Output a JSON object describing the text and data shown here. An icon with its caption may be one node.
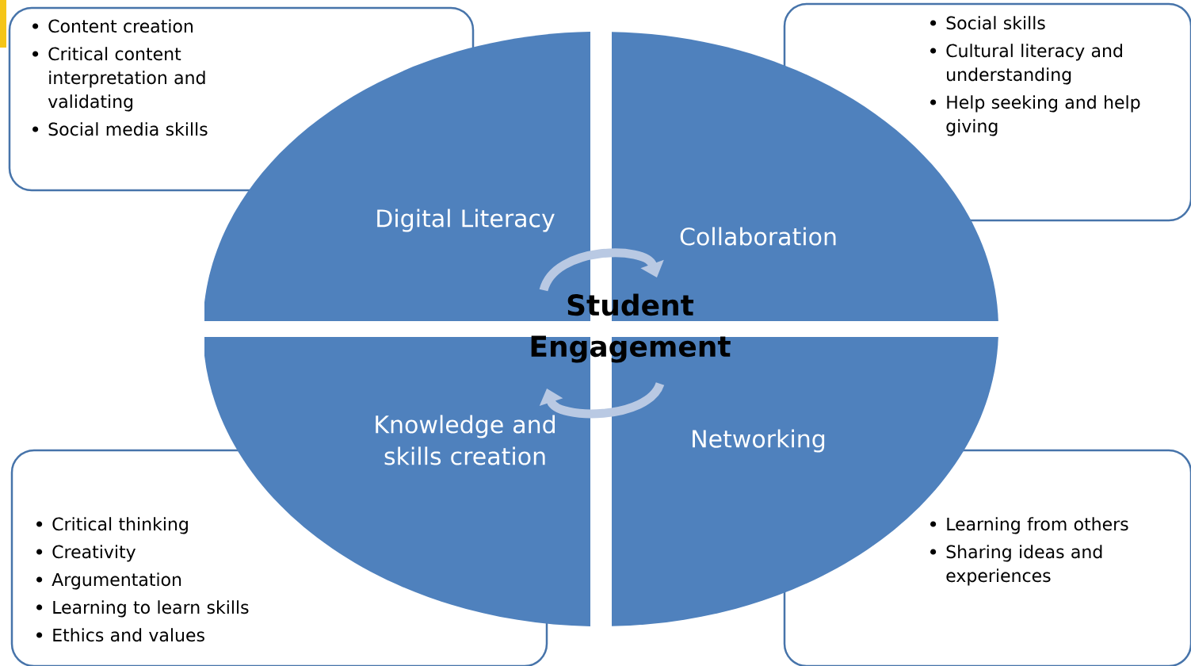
{
  "diagram": {
    "nodes": [
      {
        "text": [
          "Content creation",
          "Critical content interpretation and validating",
          "Social media skills"
        ]
      },
      {
        "text": [
          "Social skills",
          "Cultural literacy and understanding",
          "Help seeking and help giving"
        ]
      },
      {
        "text": [
          "Digital Literacy"
        ]
      },
      {
        "text": [
          "Collaboration"
        ]
      },
      {
        "text": [
          "Knowledge and skills creation"
        ]
      },
      {
        "text": [
          "Networking"
        ]
      },
      {
        "text": [
          "Critical thinking",
          "Creativity",
          "Argumentation",
          "Learning to learn skills",
          "Ethics and values"
        ]
      },
      {
        "text": [
          "Learning from others",
          "Sharing ideas and experiences"
        ]
      }
    ],
    "labels": [
      "Student Engagement"
    ]
  }
}
